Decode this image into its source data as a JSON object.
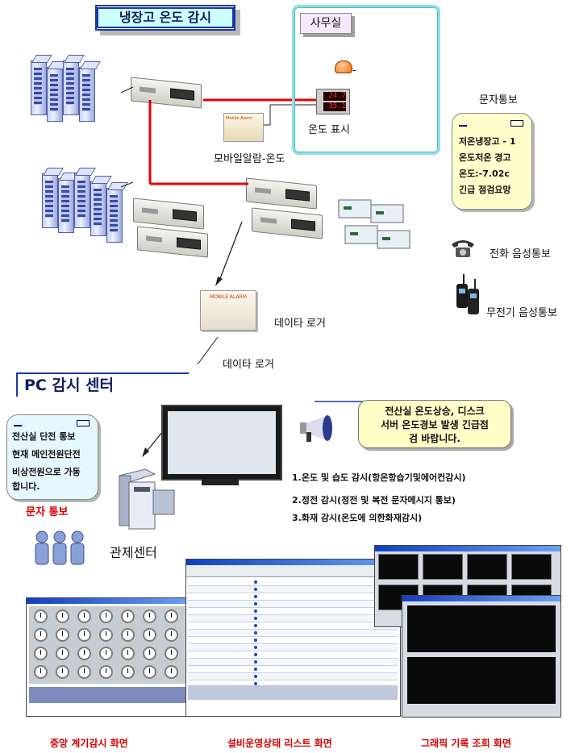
{
  "title": "냉장고 온도 감시",
  "office": {
    "label": "사무실",
    "display_caption": "온도 표시",
    "dash": "-"
  },
  "display_digits": {
    "top": "24.7",
    "bottom": "35.1"
  },
  "mobile_alarm": {
    "caption": "모바일알람-온도",
    "device_text": "Mobile Alarm"
  },
  "sms_notice": {
    "caption": "문자통보",
    "lines": [
      "저온냉장고 - 1",
      "온도저온 경고",
      "온도:-7.02c",
      "긴급 점검요망"
    ]
  },
  "telephone_caption": "전화 음성통보",
  "radio_caption": "무전기 음성통보",
  "logger": {
    "device_text": "MOBILE ALARM",
    "caption_right": "데이타 로거",
    "caption_below": "데이타 로거"
  },
  "pc_center": {
    "title": "PC 감시 센터",
    "bubble_lines": [
      "전산실 온도상승, 디스크",
      "서버 온도경보 발생 긴급점",
      "검 바랍니다."
    ],
    "phone_lines": [
      "전산실 단전 통보",
      "현재 메인전원단전",
      "비상전원으로 가동",
      "합니다."
    ],
    "phone_caption": "문자 통보",
    "control_center": "관제센터",
    "features": [
      "1.온도 및 습도 감시(항온항습기및에어컨감시)",
      "2.정전 감시(정전 및 복전 문자메시지 통보)",
      "3.화재 감시(온도에 의한화재감시)"
    ]
  },
  "screens": [
    {
      "caption": "중앙 계기감시 화면"
    },
    {
      "caption": "설비운영상태 리스트 화면"
    },
    {
      "caption": "그래픽 기록 조회 화면"
    }
  ],
  "colors": {
    "line_red": "#e00000",
    "title_blue": "#1a38a8",
    "caption_red": "#d80000",
    "card_yellow": "#ffffcc"
  }
}
